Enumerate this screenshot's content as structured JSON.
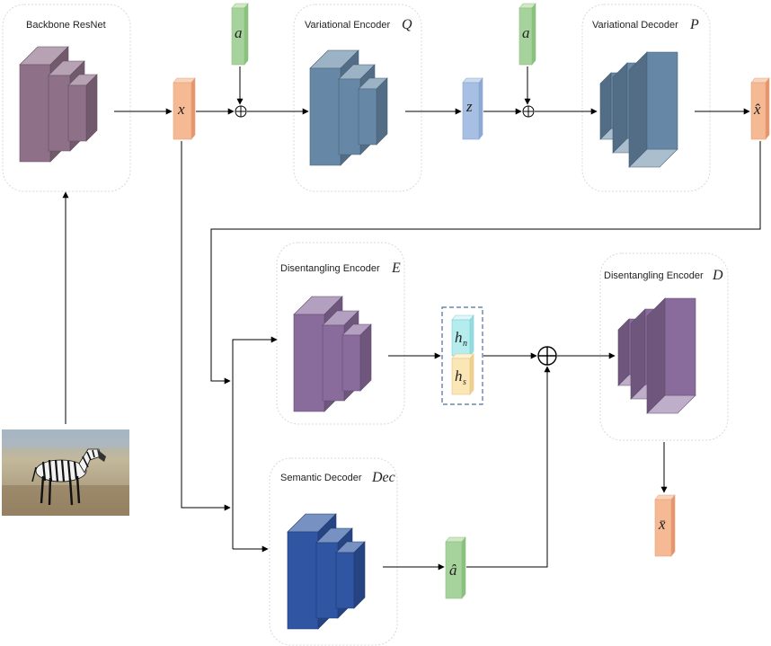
{
  "modules": {
    "backbone": "Backbone ResNet",
    "var_encoder": "Variational Encoder",
    "var_encoder_sym": "Q",
    "var_decoder": "Variational Decoder",
    "var_decoder_sym": "P",
    "dis_encoder_e": "Disentangling Encoder",
    "dis_encoder_e_sym": "E",
    "dis_encoder_d": "Disentangling Encoder",
    "dis_encoder_d_sym": "D",
    "sem_decoder": "Semantic Decoder",
    "sem_decoder_sym": "Dec"
  },
  "symbols": {
    "x": "x",
    "a": "a",
    "z": "z",
    "x_hat": "x̂",
    "a_hat": "â",
    "x_bar": "x̄",
    "h": "h",
    "n": "n",
    "s": "s",
    "oplus": "⊕"
  },
  "colors": {
    "backbone": "#8e7088",
    "variational": "#6688a6",
    "disentangling": "#8a6c9c",
    "semantic": "#2f55a3",
    "vector_orange": "#f5b994",
    "vector_green": "#a6d39b",
    "vector_blue": "#a7bfe3",
    "vector_cyan": "#b5ecee",
    "vector_yellow": "#fbe6b5"
  },
  "image": {
    "subject": "zebra-photo"
  }
}
